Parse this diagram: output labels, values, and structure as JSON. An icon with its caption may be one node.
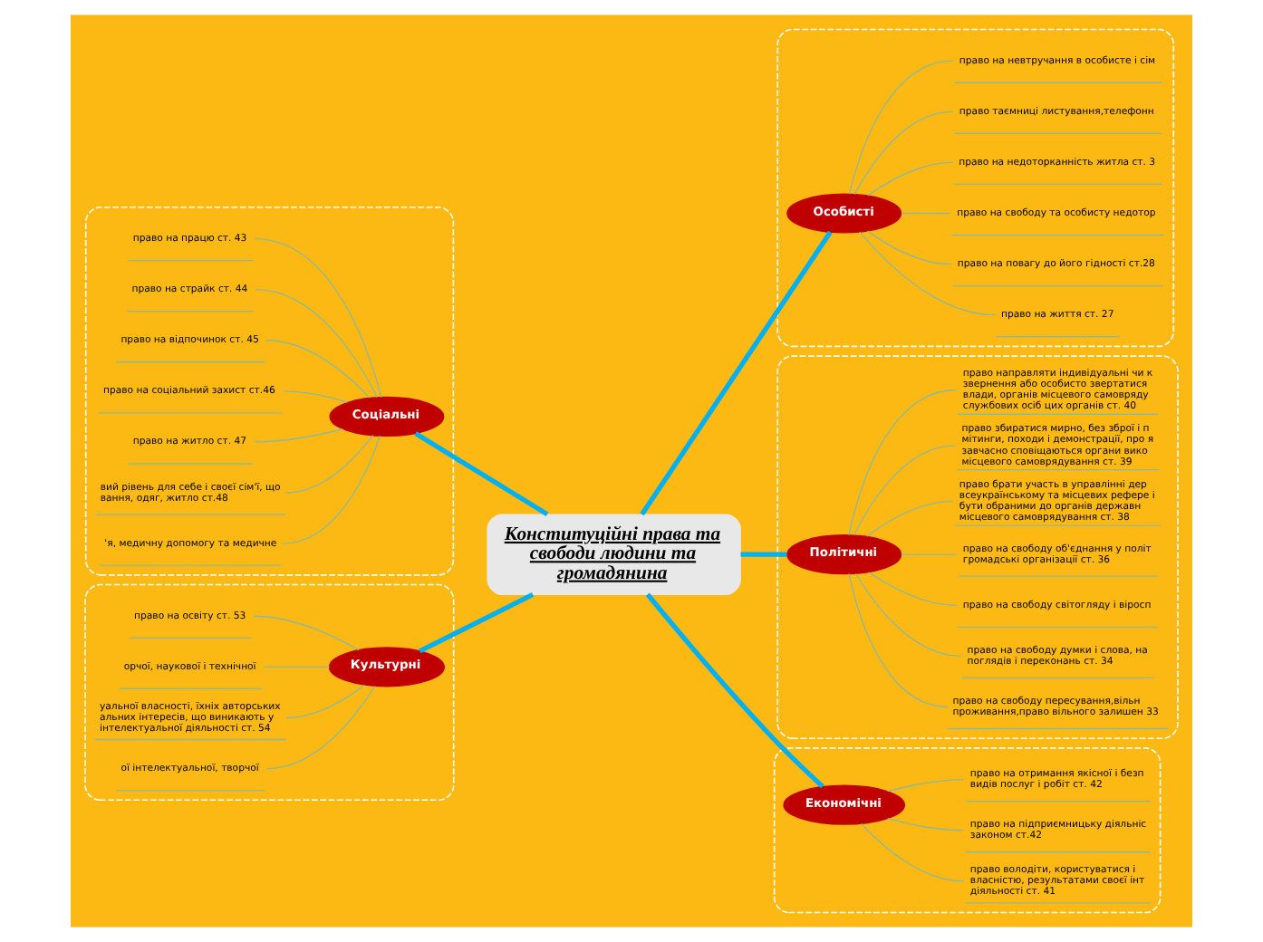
{
  "diagram": {
    "nodes": [
      {
        "text": [
          "Конституційні права та свободи людини та громадянина"
        ]
      },
      {
        "text": [],
        "shape": "box"
      },
      {
        "text": [
          "Особисті"
        ],
        "in": 1
      },
      {
        "text": [
          "право на життя ст. 27"
        ],
        "in": 1
      },
      {
        "text": [
          "право на повагу до його гідності ст.28"
        ],
        "in": 1
      },
      {
        "text": [
          "право на свободу та особисту недотор"
        ],
        "in": 1
      },
      {
        "text": [
          "право на недоторканність житла ст. 3"
        ],
        "in": 1
      },
      {
        "text": [
          "право таємниці листування,телефонн"
        ],
        "in": 1
      },
      {
        "text": [
          "право на невтручання в особисте і сім"
        ],
        "in": 1
      },
      {
        "text": [],
        "shape": "box"
      },
      {
        "text": [
          "Політичні"
        ],
        "in": 9
      },
      {
        "text": [
          "право на свободу пересування,вільн проживання,право вільного залишен 33"
        ],
        "in": 9
      },
      {
        "text": [
          "право на свободу думки і слова, на поглядів і переконань ст. 34"
        ],
        "in": 9
      },
      {
        "text": [
          "право на свободу світогляду і віросп"
        ],
        "in": 9
      },
      {
        "text": [
          "право на свободу об'єднання у політ громадські організації ст. 36"
        ],
        "in": 9
      },
      {
        "text": [
          "право брати участь в управлінні дер всеукраїнському та місцевих рефере і бути обраними до органів державн місцевого самоврядування ст. 38"
        ],
        "in": 9
      },
      {
        "text": [
          "право збиратися мирно, без зброї і п мітинги, походи і демонстрації, про я завчасно сповіщаються органи вико місцевого самоврядування ст. 39"
        ],
        "in": 9
      },
      {
        "text": [
          "право направляти індивідуальні чи к звернення або особисто звертатися влади, органів місцевого самовряду службових осіб цих органів ст. 40"
        ],
        "in": 9
      },
      {
        "text": [],
        "shape": "box"
      },
      {
        "text": [
          "Економічні"
        ],
        "in": 18
      },
      {
        "text": [
          "право володіти, користуватися і власністю, результатами своєї інт діяльності ст. 41"
        ],
        "in": 18
      },
      {
        "text": [
          "право на підприємницьку діяльніс законом ст.42"
        ],
        "in": 18
      },
      {
        "text": [
          "право на отримання якісної і безп видів послуг і робіт ст. 42"
        ],
        "in": 18
      },
      {
        "text": [],
        "shape": "box"
      },
      {
        "text": [
          "Соціальні"
        ],
        "in": 23
      },
      {
        "text": [
          "право на працю ст. 43"
        ],
        "in": 23
      },
      {
        "text": [
          "право на страйк ст. 44"
        ],
        "in": 23
      },
      {
        "text": [
          "право на відпочинок ст. 45"
        ],
        "in": 23
      },
      {
        "text": [
          "право на соціальний захист ст.46"
        ],
        "in": 23
      },
      {
        "text": [
          "право на житло ст. 47"
        ],
        "in": 23
      },
      {
        "text": [
          "вий рівень для себе і своєї сім'ї, що вання, одяг, житло ст.48"
        ],
        "in": 23
      },
      {
        "text": [
          "'я, медичну допомогу та медичне"
        ],
        "in": 23
      },
      {
        "text": [],
        "shape": "box"
      },
      {
        "text": [
          "Культурні"
        ],
        "in": 32
      },
      {
        "text": [
          "право на освіту ст. 53"
        ],
        "in": 32
      },
      {
        "text": [
          "орчої, наукової і технічної"
        ],
        "in": 32
      },
      {
        "text": [
          "уальної власності, їхніх авторських альних інтересів, що виникають у інтелектуальної діяльності ст. 54"
        ],
        "in": 32
      },
      {
        "text": [
          "ої інтелектуальної, творчої"
        ],
        "in": 32
      }
    ],
    "edges": [
      {
        "from": 0,
        "to": 2,
        "arrow": "none",
        "style": "thick",
        "color": "#00b0f0"
      },
      {
        "from": 0,
        "to": 10,
        "arrow": "none",
        "style": "thick",
        "color": "#00b0f0"
      },
      {
        "from": 0,
        "to": 19,
        "arrow": "none",
        "style": "thick",
        "color": "#00b0f0"
      },
      {
        "from": 0,
        "to": 24,
        "arrow": "none",
        "style": "thick",
        "color": "#00b0f0"
      },
      {
        "from": 0,
        "to": 33,
        "arrow": "none",
        "style": "thick",
        "color": "#00b0f0"
      },
      {
        "from": 2,
        "to": 3,
        "arrow": "none"
      },
      {
        "from": 2,
        "to": 4,
        "arrow": "none"
      },
      {
        "from": 2,
        "to": 5,
        "arrow": "none"
      },
      {
        "from": 2,
        "to": 6,
        "arrow": "none"
      },
      {
        "from": 2,
        "to": 7,
        "arrow": "none"
      },
      {
        "from": 2,
        "to": 8,
        "arrow": "none"
      },
      {
        "from": 10,
        "to": 11,
        "arrow": "none"
      },
      {
        "from": 10,
        "to": 12,
        "arrow": "none"
      },
      {
        "from": 10,
        "to": 13,
        "arrow": "none"
      },
      {
        "from": 10,
        "to": 14,
        "arrow": "none"
      },
      {
        "from": 10,
        "to": 15,
        "arrow": "none"
      },
      {
        "from": 10,
        "to": 16,
        "arrow": "none"
      },
      {
        "from": 10,
        "to": 17,
        "arrow": "none"
      },
      {
        "from": 19,
        "to": 20,
        "arrow": "none"
      },
      {
        "from": 19,
        "to": 21,
        "arrow": "none"
      },
      {
        "from": 19,
        "to": 22,
        "arrow": "none"
      },
      {
        "from": 24,
        "to": 25,
        "arrow": "none"
      },
      {
        "from": 24,
        "to": 26,
        "arrow": "none"
      },
      {
        "from": 24,
        "to": 27,
        "arrow": "none"
      },
      {
        "from": 24,
        "to": 28,
        "arrow": "none"
      },
      {
        "from": 24,
        "to": 29,
        "arrow": "none"
      },
      {
        "from": 24,
        "to": 30,
        "arrow": "none"
      },
      {
        "from": 24,
        "to": 31,
        "arrow": "none"
      },
      {
        "from": 33,
        "to": 34,
        "arrow": "none"
      },
      {
        "from": 33,
        "to": 35,
        "arrow": "none"
      },
      {
        "from": 33,
        "to": 36,
        "arrow": "none"
      },
      {
        "from": 33,
        "to": 37,
        "arrow": "none"
      }
    ]
  }
}
